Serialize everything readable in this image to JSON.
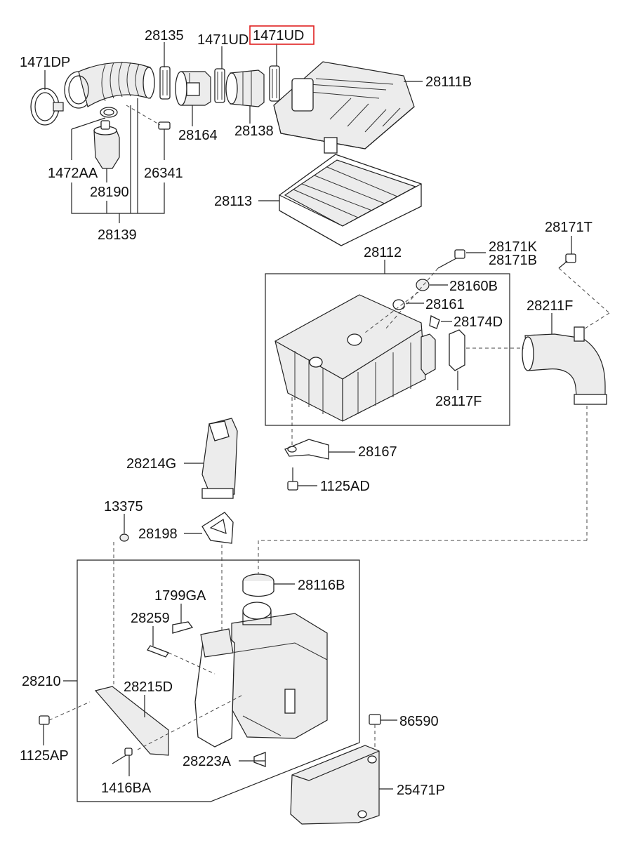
{
  "highlight_color": "#e02020",
  "part_labels": {
    "p1471DP": "1471DP",
    "p28135": "28135",
    "p1471UD_a": "1471UD",
    "p1471UD_b": "1471UD",
    "p28111B": "28111B",
    "p28164": "28164",
    "p28138": "28138",
    "p1472AA": "1472AA",
    "p28190": "28190",
    "p26341": "26341",
    "p28139": "28139",
    "p28113": "28113",
    "p28112": "28112",
    "p28171K": "28171K",
    "p28171B": "28171B",
    "p28171T": "28171T",
    "p28160B": "28160B",
    "p28161": "28161",
    "p28174D": "28174D",
    "p28211F": "28211F",
    "p28117F": "28117F",
    "p28167": "28167",
    "p1125AD": "1125AD",
    "p28214G": "28214G",
    "p13375": "13375",
    "p28198": "28198",
    "p28116B": "28116B",
    "p1799GA": "1799GA",
    "p28259": "28259",
    "p28210": "28210",
    "p28215D": "28215D",
    "p86590": "86590",
    "p1125AP": "1125AP",
    "p28223A": "28223A",
    "p1416BA": "1416BA",
    "p25471P": "25471P"
  }
}
